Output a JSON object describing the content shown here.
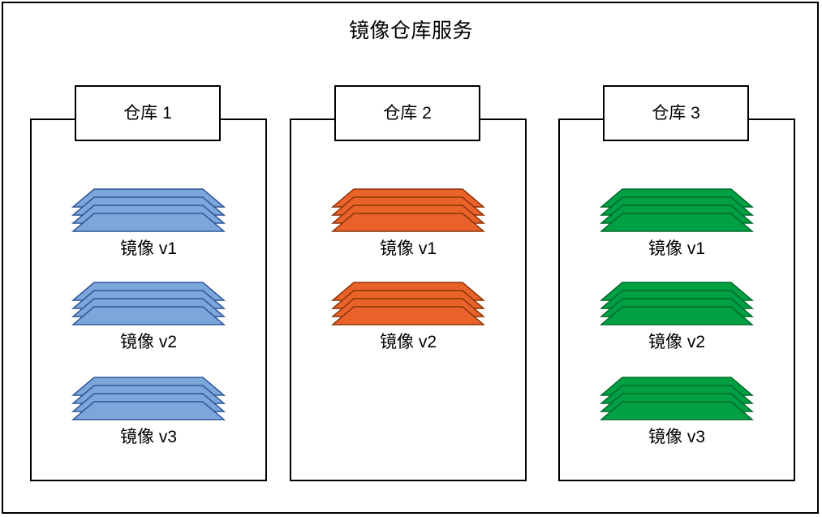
{
  "diagram": {
    "title": "镜像仓库服务",
    "type": "container-registry-architecture"
  },
  "colors": {
    "background": "#ffffff",
    "stroke": "#000000",
    "repo1_fill": "#7CA7DB",
    "repo2_fill": "#E8622A",
    "repo3_fill": "#00A043",
    "repo1_stroke": "#2F5597",
    "repo2_stroke": "#8C3408",
    "repo3_stroke": "#006B2C"
  },
  "repositories": [
    {
      "id": "repo-1",
      "header": "仓库 1",
      "color_key": "repo1",
      "fill": "#7CA7DB",
      "stroke": "#2F5597",
      "images": [
        {
          "label": "镜像 v1",
          "layers": 4
        },
        {
          "label": "镜像 v2",
          "layers": 4
        },
        {
          "label": "镜像 v3",
          "layers": 4
        }
      ]
    },
    {
      "id": "repo-2",
      "header": "仓库 2",
      "color_key": "repo2",
      "fill": "#E8622A",
      "stroke": "#8C3408",
      "images": [
        {
          "label": "镜像 v1",
          "layers": 4
        },
        {
          "label": "镜像 v2",
          "layers": 4
        }
      ]
    },
    {
      "id": "repo-3",
      "header": "仓库 3",
      "color_key": "repo3",
      "fill": "#00A043",
      "stroke": "#006B2C",
      "images": [
        {
          "label": "镜像 v1",
          "layers": 4
        },
        {
          "label": "镜像 v2",
          "layers": 4
        },
        {
          "label": "镜像 v3",
          "layers": 4
        }
      ]
    }
  ]
}
